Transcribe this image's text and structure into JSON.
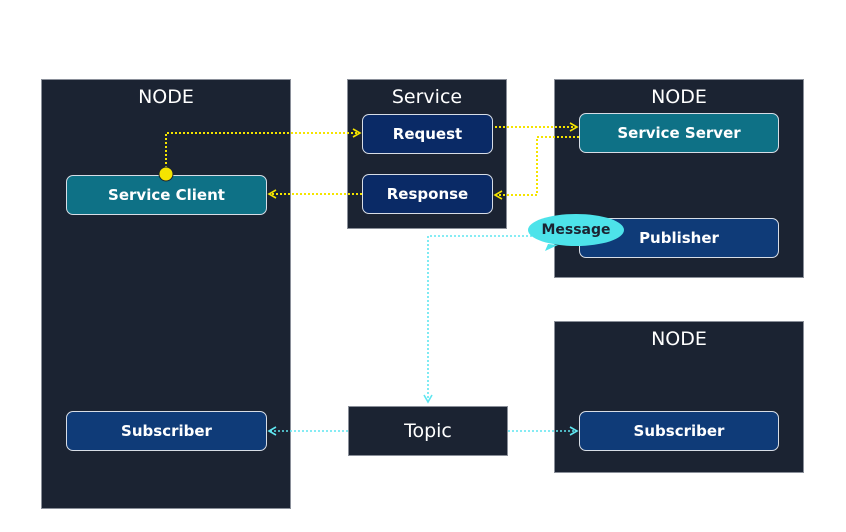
{
  "nodes": {
    "left": {
      "title": "NODE",
      "service_client": "Service Client",
      "subscriber": "Subscriber"
    },
    "top_right": {
      "title": "NODE",
      "service_server": "Service Server",
      "publisher": "Publisher"
    },
    "bottom_right": {
      "title": "NODE",
      "subscriber": "Subscriber"
    }
  },
  "service": {
    "title": "Service",
    "request": "Request",
    "response": "Response"
  },
  "topic": {
    "label": "Topic"
  },
  "message_bubble": "Message",
  "colors": {
    "panel_bg": "#1b2332",
    "teal_pill": "#0e7186",
    "blue_pill": "#0f3b78",
    "service_arrow": "#f5e400",
    "topic_arrow": "#5fe6f0",
    "bubble": "#4de3ea"
  }
}
